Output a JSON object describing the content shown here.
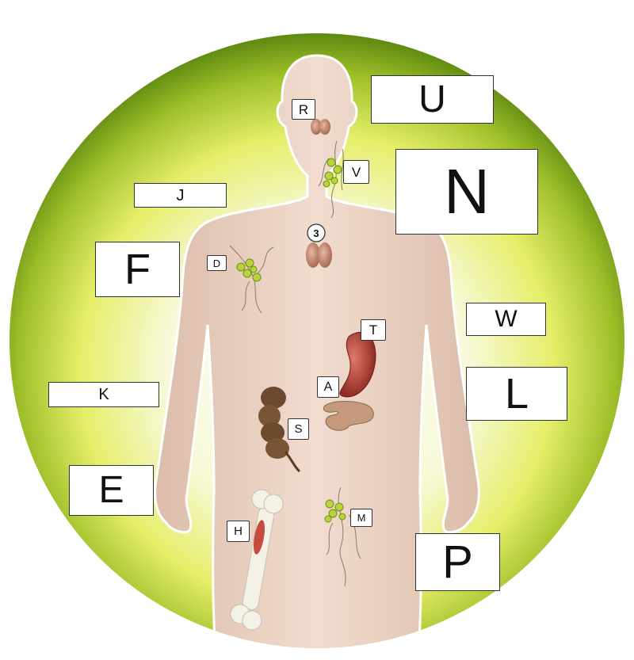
{
  "colors": {
    "ring_outer": "#6f9a14",
    "ring_inner": "#e9f27a",
    "body": "#ecd3c3",
    "body_edge": "#ffffff",
    "lymph_node": "#b8d43a",
    "kidney": "#b5453a",
    "intestine": "#6b4a2e",
    "bone": "#f4f1e6",
    "marrow": "#c0392b"
  },
  "icons": [
    "thymus",
    "thyroid",
    "lymph-nodes",
    "spleen",
    "pancreas",
    "large-intestine",
    "femur-bone"
  ],
  "labels": {
    "U": "U",
    "N": "N",
    "J": "J",
    "F": "F",
    "W": "W",
    "L": "L",
    "K": "K",
    "E": "E",
    "P": "P",
    "R": "R",
    "V": "V",
    "D": "D",
    "T": "T",
    "A": "A",
    "S": "S",
    "H": "H",
    "M": "M",
    "three": "3"
  }
}
